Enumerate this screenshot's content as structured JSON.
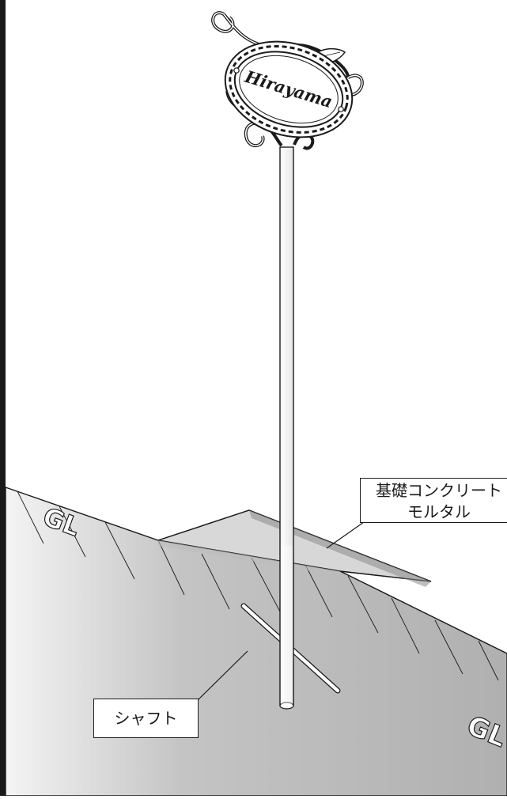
{
  "diagram": {
    "sign_text": "Hirayama",
    "labels": {
      "foundation_line1": "基礎コンクリート",
      "foundation_line2": "モルタル",
      "shaft": "シャフト"
    },
    "ground_markers": [
      "GL",
      "GL"
    ]
  },
  "colors": {
    "outline": "#1a1a1a",
    "ground_light": "#f2f2f2",
    "ground_dark": "#b5b5b5",
    "slab": "#dcdcdc",
    "slab_edge": "#8a8a8a",
    "pole": "#ffffff"
  }
}
